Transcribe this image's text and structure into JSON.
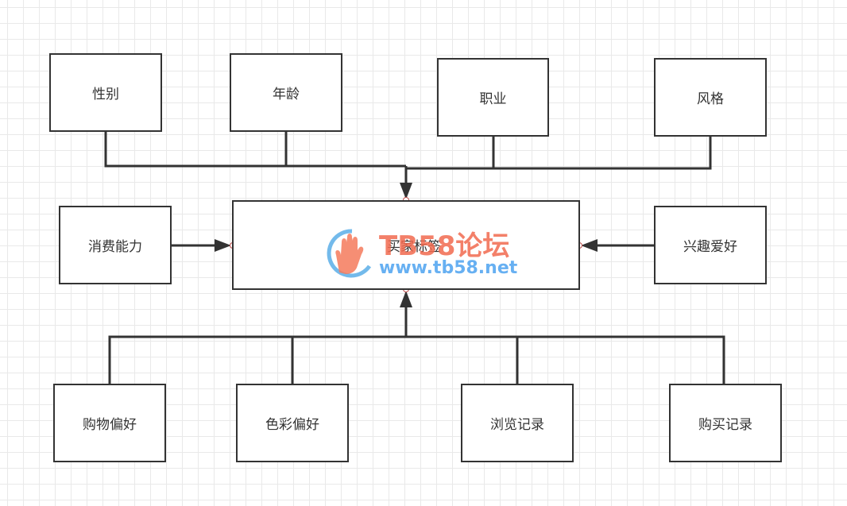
{
  "diagram": {
    "center": {
      "label": "买家标签"
    },
    "top_nodes": [
      {
        "label": "性别"
      },
      {
        "label": "年龄"
      },
      {
        "label": "职业"
      },
      {
        "label": "风格"
      }
    ],
    "left_node": {
      "label": "消费能力"
    },
    "right_node": {
      "label": "兴趣爱好"
    },
    "bottom_nodes": [
      {
        "label": "购物偏好"
      },
      {
        "label": "色彩偏好"
      },
      {
        "label": "浏览记录"
      },
      {
        "label": "购买记录"
      }
    ],
    "colors": {
      "stroke": "#333333",
      "port": "#c0504d",
      "grid": "#e9e9e9"
    }
  },
  "watermark": {
    "title": "TB58论坛",
    "url": "www.tb58.net",
    "colors": {
      "title": "#f26a4f",
      "url": "#4da3f0"
    }
  }
}
